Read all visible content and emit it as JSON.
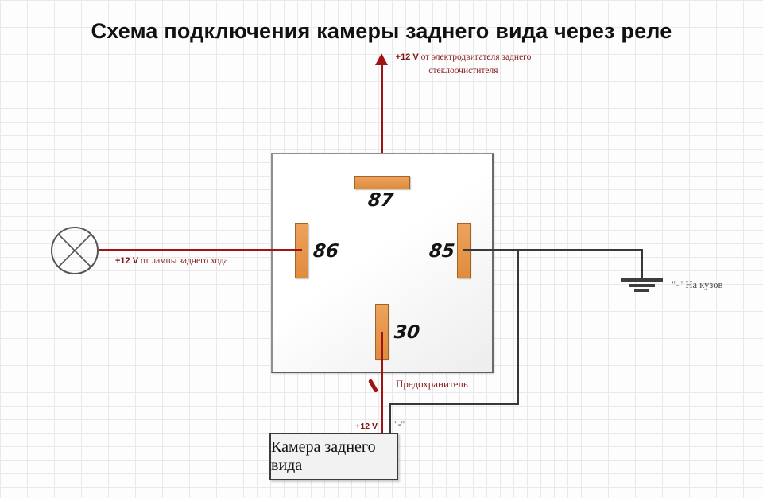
{
  "title": "Схема подключения камеры заднего вида через реле",
  "relay": {
    "pins": [
      "87",
      "86",
      "85",
      "30"
    ]
  },
  "camera": {
    "label": "Камера заднего вида"
  },
  "labels": {
    "plus12_top": "+12 V",
    "top_power_rest": "от электродвигателя заднего стеклоочистителя",
    "plus12_lamp": "+12 V",
    "lamp_rest": "от лампы заднего хода",
    "fuse": "Предохранитель",
    "ground": "\"-\" На кузов",
    "camera_plus": "+12 V",
    "camera_minus": "\"-\""
  },
  "icons": {
    "arrow_up": "red triangle pointing up (power feed)",
    "lamp": "circle with X (reverse lamp)",
    "fuse": "small diagonal red stroke across wire",
    "ground": "three stacked horizontal bars (chassis ground)"
  },
  "colors": {
    "wire_red": "#a01313",
    "wire_black": "#383838",
    "red_text": "#8b2020",
    "gray_text": "#4d4d4d",
    "pin_fill": "#e8954a",
    "pin_border": "#9e6526",
    "relay_border": "#8a8a8a"
  }
}
